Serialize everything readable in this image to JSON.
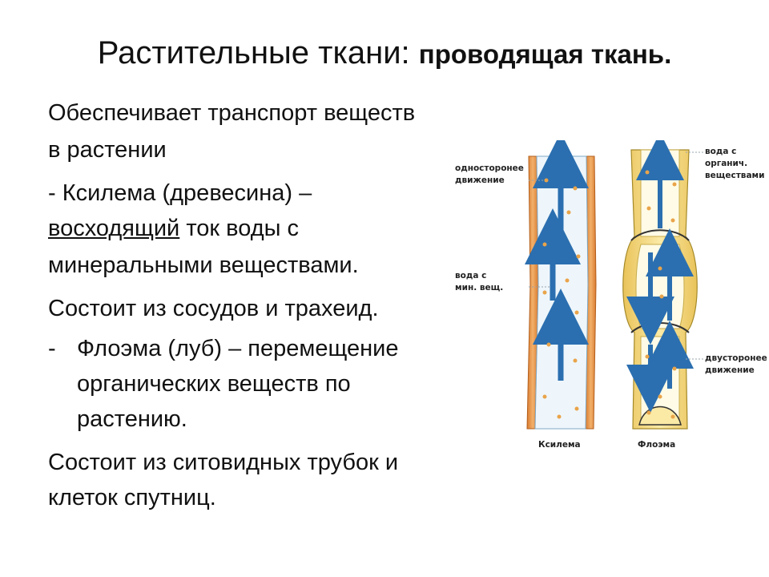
{
  "title": {
    "regular": "Растительные ткани",
    "bold": "проводящая ткань."
  },
  "body": {
    "p1_line1": "Обеспечивает транспорт веществ",
    "p1_line2": "в растении",
    "p2_line1": "- Ксилема (древесина) –",
    "p2_line2_underlined": "восходящий",
    "p2_line2_rest": " ток воды с",
    "p2_line3": "минеральными веществами.",
    "p3": "Состоит из сосудов и трахеид.",
    "p4_dash": "-",
    "p4_line1": "Флоэма (луб) – перемещение",
    "p4_line2": "органических веществ по",
    "p4_line3": "растению.",
    "p5_line1": "Состоит из ситовидных трубок и",
    "p5_line2": "клеток спутниц."
  },
  "figure": {
    "label_xylem_top_1": "односторонее",
    "label_xylem_top_2": "движение",
    "label_xylem_mid_1": "вода с",
    "label_xylem_mid_2": "мин. вещ.",
    "label_phloem_top_1": "вода с",
    "label_phloem_top_2": "органич.",
    "label_phloem_top_3": "веществами",
    "label_phloem_bot_1": "двусторонее",
    "label_phloem_bot_2": "движение",
    "caption_xylem": "Ксилема",
    "caption_phloem": "Флоэма"
  },
  "colors": {
    "xylem_wall": "#e89a4e",
    "phloem_wall": "#f3dd8a",
    "arrow": "#2b6fb0",
    "particle": "#e9a44a"
  }
}
